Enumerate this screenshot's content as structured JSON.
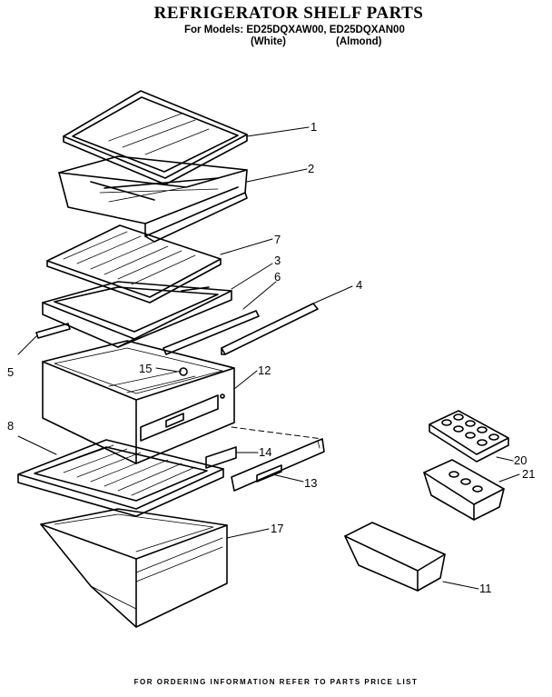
{
  "header": {
    "title": "REFRIGERATOR SHELF PARTS",
    "models_line": "For Models: ED25DQXAW00, ED25DQXAN00",
    "color_white": "(White)",
    "color_almond": "(Almond)"
  },
  "callouts": [
    "1",
    "2",
    "7",
    "3",
    "6",
    "4",
    "5",
    "15",
    "12",
    "8",
    "14",
    "13",
    "17",
    "20",
    "21",
    "11"
  ],
  "footer": "FOR ORDERING INFORMATION REFER TO PARTS PRICE LIST"
}
